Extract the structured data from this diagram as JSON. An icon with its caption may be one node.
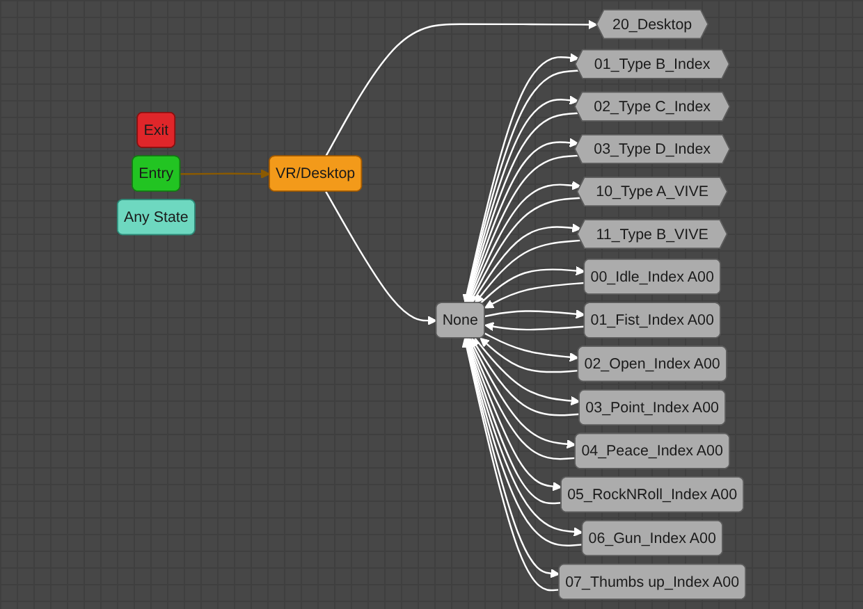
{
  "diagram": {
    "nodes": [
      {
        "text": [
          "Exit"
        ]
      },
      {
        "text": [
          "Entry"
        ]
      },
      {
        "text": [
          "VR/Desktop"
        ]
      },
      {
        "text": [
          "20_Desktop"
        ]
      },
      {
        "text": [
          "None"
        ]
      },
      {
        "text": [
          "01_Type B_Index"
        ]
      },
      {
        "text": [
          "02_Type C_Index"
        ]
      },
      {
        "text": [
          "03_Type D_Index"
        ]
      },
      {
        "text": [
          "10_Type A_VIVE"
        ]
      },
      {
        "text": [
          "11_Type B_VIVE"
        ]
      },
      {
        "text": [
          "Any State"
        ]
      },
      {
        "text": [
          "00_Idle_Index A00"
        ]
      },
      {
        "text": [
          "01_Fist_Index A00"
        ]
      },
      {
        "text": [
          "02_Open_Index A00"
        ]
      },
      {
        "text": [
          "03_Point_Index A00"
        ]
      },
      {
        "text": [
          "04_Peace_Index A00"
        ]
      },
      {
        "text": [
          "05_RockNRoll_Index A00"
        ]
      },
      {
        "text": [
          "06_Gun_Index A00"
        ]
      },
      {
        "text": [
          "07_Thumbs up_Index A00"
        ]
      }
    ],
    "edges": [
      {
        "from": 1,
        "to": 2,
        "arrow": "to",
        "color": "#8b5a00"
      },
      {
        "from": 2,
        "to": 3,
        "arrow": "to"
      },
      {
        "from": 2,
        "to": 4,
        "arrow": "to"
      },
      {
        "from": 4,
        "to": 5,
        "arrow": "to"
      },
      {
        "from": 5,
        "to": 4,
        "arrow": "to"
      },
      {
        "from": 4,
        "to": 6,
        "arrow": "to"
      },
      {
        "from": 6,
        "to": 4,
        "arrow": "to"
      },
      {
        "from": 4,
        "to": 7,
        "arrow": "to"
      },
      {
        "from": 7,
        "to": 4,
        "arrow": "to"
      },
      {
        "from": 4,
        "to": 8,
        "arrow": "to"
      },
      {
        "from": 8,
        "to": 4,
        "arrow": "to"
      },
      {
        "from": 4,
        "to": 9,
        "arrow": "to"
      },
      {
        "from": 9,
        "to": 4,
        "arrow": "to"
      },
      {
        "from": 4,
        "to": 11,
        "arrow": "to"
      },
      {
        "from": 11,
        "to": 4,
        "arrow": "to"
      },
      {
        "from": 4,
        "to": 12,
        "arrow": "to"
      },
      {
        "from": 12,
        "to": 4,
        "arrow": "to"
      },
      {
        "from": 4,
        "to": 13,
        "arrow": "to"
      },
      {
        "from": 13,
        "to": 4,
        "arrow": "to"
      },
      {
        "from": 4,
        "to": 14,
        "arrow": "to"
      },
      {
        "from": 14,
        "to": 4,
        "arrow": "to"
      },
      {
        "from": 4,
        "to": 15,
        "arrow": "to"
      },
      {
        "from": 15,
        "to": 4,
        "arrow": "to"
      },
      {
        "from": 4,
        "to": 16,
        "arrow": "to"
      },
      {
        "from": 16,
        "to": 4,
        "arrow": "to"
      },
      {
        "from": 4,
        "to": 17,
        "arrow": "to"
      },
      {
        "from": 17,
        "to": 4,
        "arrow": "to"
      },
      {
        "from": 4,
        "to": 18,
        "arrow": "to"
      },
      {
        "from": 18,
        "to": 4,
        "arrow": "to"
      }
    ]
  }
}
